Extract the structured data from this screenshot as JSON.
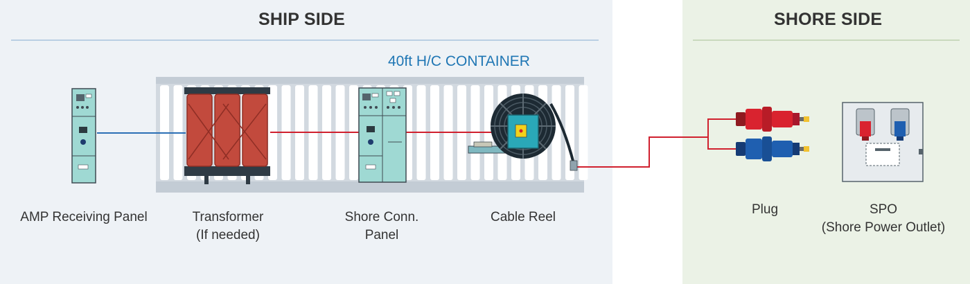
{
  "ship_side": {
    "title": "SHIP SIDE"
  },
  "shore_side": {
    "title": "SHORE SIDE"
  },
  "container": {
    "label": "40ft H/C CONTAINER"
  },
  "components": {
    "amp_panel": {
      "label": "AMP Receiving Panel"
    },
    "transformer": {
      "line1": "Transformer",
      "line2": "(If needed)"
    },
    "shore_conn_panel": {
      "line1": "Shore Conn.",
      "line2": "Panel"
    },
    "cable_reel": {
      "label": "Cable Reel"
    },
    "plug": {
      "label": "Plug"
    },
    "spo": {
      "line1": "SPO",
      "line2": "(Shore Power Outlet)"
    }
  },
  "colors": {
    "ship_bg": "#eef2f6",
    "shore_bg": "#ebf2e6",
    "cable_red": "#d0202e",
    "cable_blue": "#2b6fb5",
    "title_blue": "#1f76b4",
    "panel_teal": "#9fd9d3",
    "transformer_red": "#c24a3d",
    "plug_red": "#d9232f",
    "plug_blue": "#1f5fb0"
  }
}
